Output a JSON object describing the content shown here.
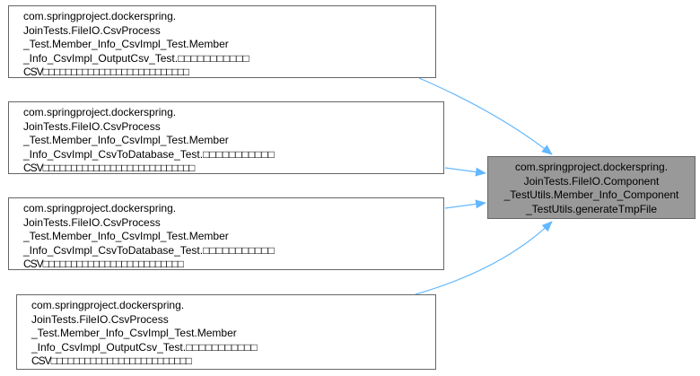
{
  "colors": {
    "edge": "#63b8ff",
    "node_border": "#666666",
    "target_fill": "#999999"
  },
  "target": {
    "lines": [
      "com.springproject.dockerspring.",
      "JoinTests.FileIO.Component",
      "_TestUtils.Member_Info_Component",
      "_TestUtils.generateTmpFile"
    ]
  },
  "callers": [
    {
      "lines": [
        "com.springproject.dockerspring.",
        "JoinTests.FileIO.CsvProcess",
        "_Test.Member_Info_CsvImpl_Test.Member",
        "_Info_CsvImpl_OutputCsv_Test.□□□□□□□□□□□",
        "CSV□□□□□□□□□□□□□□□□□□□□□□□□□□"
      ]
    },
    {
      "lines": [
        "com.springproject.dockerspring.",
        "JoinTests.FileIO.CsvProcess",
        "_Test.Member_Info_CsvImpl_Test.Member",
        "_Info_CsvImpl_CsvToDatabase_Test.□□□□□□□□□□□",
        "CSV□□□□□□□□□□□□□□□□□□□□□□□□□□□"
      ]
    },
    {
      "lines": [
        "com.springproject.dockerspring.",
        "JoinTests.FileIO.CsvProcess",
        "_Test.Member_Info_CsvImpl_Test.Member",
        "_Info_CsvImpl_CsvToDatabase_Test.□□□□□□□□□□□",
        "CSV□□□□□□□□□□□□□□□□□□□□□□□□□"
      ]
    },
    {
      "lines": [
        "com.springproject.dockerspring.",
        "JoinTests.FileIO.CsvProcess",
        "_Test.Member_Info_CsvImpl_Test.Member",
        "_Info_CsvImpl_OutputCsv_Test.□□□□□□□□□□□",
        "CSV□□□□□□□□□□□□□□□□□□□□□□□□□"
      ]
    }
  ]
}
